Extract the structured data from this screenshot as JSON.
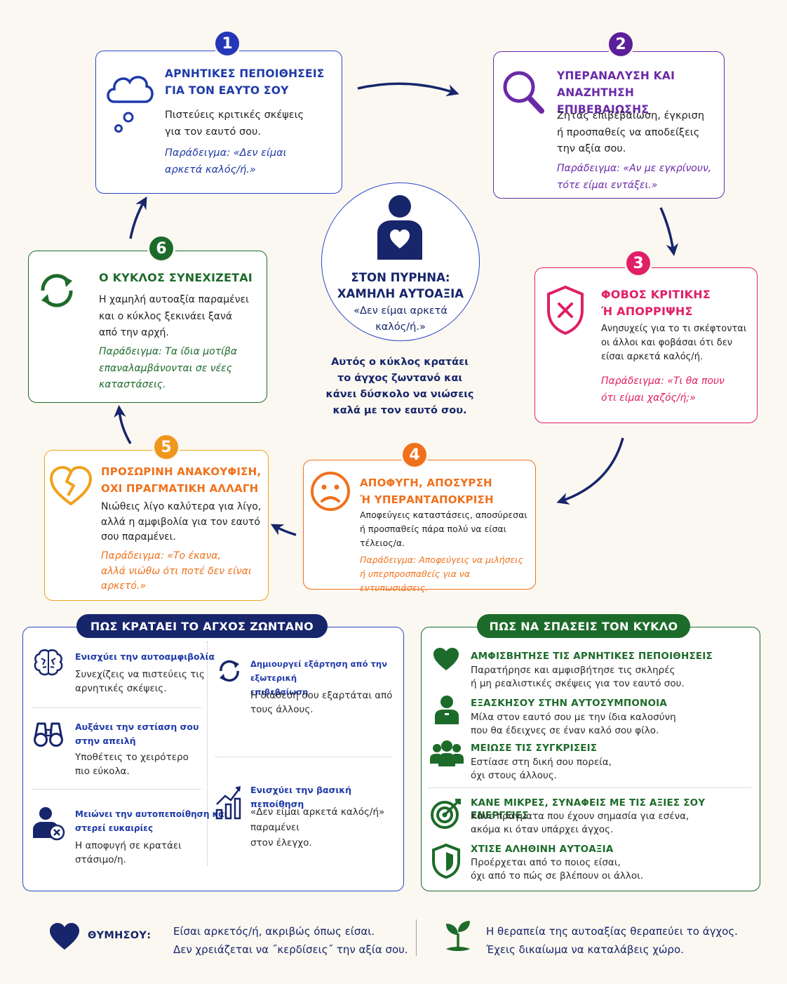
{
  "colors": {
    "navy": "#17256b",
    "blue": "#1f3aa8",
    "purple": "#6a2aa8",
    "pink": "#e01f66",
    "orange": "#f0711c",
    "amber": "#f0a21c",
    "green": "#1d6b2a"
  },
  "center": {
    "title_line1": "ΣΤΟΝ ΠΥΡΗΝΑ:",
    "title_line2": "ΧΑΜΗΛΗ ΑΥΤΟΑΞΙΑ",
    "quote_line1": "«Δεν είμαι αρκετά",
    "quote_line2": "καλός/ή.»",
    "caption_line1": "Αυτός ο κύκλος κρατάει",
    "caption_line2": "το άγχος ζωντανό και",
    "caption_line3": "κάνει δύσκολο να νιώσεις",
    "caption_line4": "καλά με τον εαυτό σου.",
    "icon": "person-heart-icon"
  },
  "steps": [
    {
      "number": "1",
      "icon": "thought-cloud-icon",
      "title_line1": "ΑΡΝΗΤΙΚΕΣ ΠΕΠΟΙΘΗΣΕΙΣ",
      "title_line2": "ΓΙΑ ΤΟΝ ΕΑΥΤΟ ΣΟΥ",
      "body_line1": "Πιστεύεις κριτικές σκέψεις",
      "body_line2": "για τον εαυτό σου.",
      "example_line1": "Παράδειγμα: «Δεν είμαι",
      "example_line2": "αρκετά καλός/ή.»"
    },
    {
      "number": "2",
      "icon": "magnifier-icon",
      "title_line1": "ΥΠΕΡΑΝΑΛΥΣΗ ΚΑΙ",
      "title_line2": "ΑΝΑΖΗΤΗΣΗ ΕΠΙΒΕΒΑΙΩΣΗΣ",
      "body_line1": "Ζητάς επιβεβαίωση, έγκριση",
      "body_line2": "ή προσπαθείς να αποδείξεις",
      "body_line3": "την αξία σου.",
      "example_line1": "Παράδειγμα: «Αν με εγκρίνουν,",
      "example_line2": "τότε είμαι εντάξει.»"
    },
    {
      "number": "3",
      "icon": "shield-x-icon",
      "title_line1": "ΦΟΒΟΣ ΚΡΙΤΙΚΗΣ",
      "title_line2": "Ή ΑΠΟΡΡΙΨΗΣ",
      "body_line1": "Ανησυχείς για το τι σκέφτονται",
      "body_line2": "οι άλλοι και φοβάσαι ότι δεν",
      "body_line3": "είσαι αρκετά καλός/ή.",
      "example_line1": "Παράδειγμα: «Τι θα πουν",
      "example_line2": "ότι είμαι χαζός/ή;»"
    },
    {
      "number": "4",
      "icon": "sad-face-icon",
      "title_line1": "ΑΠΟΦΥΓΗ, ΑΠΟΣΥΡΣΗ",
      "title_line2": "Ή ΥΠΕΡΑΝΤΑΠΟΚΡΙΣΗ",
      "body_line1": "Αποφεύγεις καταστάσεις, αποσύρεσαι",
      "body_line2": "ή προσπαθείς πάρα πολύ να είσαι",
      "body_line3": "τέλειος/α.",
      "example_line1": "Παράδειγμα: Αποφεύγεις να μιλήσεις",
      "example_line2": "ή υπερπροσπαθείς για να εντυπωσιάσεις."
    },
    {
      "number": "5",
      "icon": "broken-heart-icon",
      "title_line1": "ΠΡΟΣΩΡΙΝΗ ΑΝΑΚΟΥΦΙΣΗ,",
      "title_line2": "ΟΧΙ ΠΡΑΓΜΑΤΙΚΗ ΑΛΛΑΓΗ",
      "body_line1": "Νιώθεις λίγο καλύτερα για λίγο,",
      "body_line2": "αλλά η αμφιβολία για τον εαυτό",
      "body_line3": "σου παραμένει.",
      "example_line1": "Παράδειγμα: «Το έκανα,",
      "example_line2": "αλλά νιώθω ότι ποτέ δεν είναι",
      "example_line3": "αρκετό.»"
    },
    {
      "number": "6",
      "icon": "cycle-arrows-icon",
      "title_line1": "Ο ΚΥΚΛΟΣ ΣΥΝΕΧΙΖΕΤΑΙ",
      "body_line1": "Η χαμηλή αυτοαξία παραμένει",
      "body_line2": "και ο κύκλος ξεκινάει ξανά",
      "body_line3": "από την αρχή.",
      "example_line1": "Παράδειγμα: Τα ίδια μοτίβα",
      "example_line2": "επαναλαμβάνονται σε νέες",
      "example_line3": "καταστάσεις."
    }
  ],
  "left_panel": {
    "header": "ΠΩΣ ΚΡΑΤΑΕΙ ΤΟ ΑΓΧΟΣ ΖΩΝΤΑΝΟ",
    "items": [
      {
        "icon": "brain-icon",
        "title_line1": "Ενισχύει την αυτοαμφιβολία",
        "body_line1": "Συνεχίζεις να πιστεύεις τις",
        "body_line2": "αρνητικές σκέψεις."
      },
      {
        "icon": "binoculars-icon",
        "title_line1": "Αυξάνει την εστίαση σου",
        "title_line2": "στην απειλή",
        "body_line1": "Υποθέτεις το χειρότερο",
        "body_line2": "πιο εύκολα."
      },
      {
        "icon": "person-x-icon",
        "title_line1": "Μειώνει την αυτοπεποίθηση και",
        "title_line2": "στερεί ευκαιρίες",
        "body_line1": "Η αποφυγή σε κρατάει",
        "body_line2": "στάσιμο/η."
      },
      {
        "icon": "loop-icon",
        "title_line1": "Δημιουργεί εξάρτηση από την εξωτερική",
        "title_line2": "επιβεβαίωση",
        "body_line1": "Η διάθεσή σου εξαρτάται από",
        "body_line2": "τους άλλους."
      },
      {
        "icon": "growth-chart-icon",
        "title_line1": "Ενισχύει την βασική πεποίθηση",
        "body_line1": "«Δεν είμαι αρκετά καλός/ή»",
        "body_line2": "παραμένει",
        "body_line3": "στον έλεγχο."
      }
    ]
  },
  "right_panel": {
    "header": "ΠΩΣ ΝΑ ΣΠΑΣΕΙΣ ΤΟΝ ΚΥΚΛΟ",
    "items": [
      {
        "icon": "heart-icon",
        "title": "ΑΜΦΙΣΒΗΤΗΣΕ ΤΙΣ ΑΡΝΗΤΙΚΕΣ ΠΕΠΟΙΘΗΣΕΙΣ",
        "body_line1": "Παρατήρησε και αμφισβήτησε τις σκληρές",
        "body_line2": "ή μη ρεαλιστικές σκέψεις για τον εαυτό σου."
      },
      {
        "icon": "person-icon",
        "title": "ΕΞΑΣΚΗΣΟΥ ΣΤΗΝ ΑΥΤΟΣΥΜΠΟΝΟΙΑ",
        "body_line1": "Μίλα στον εαυτό σου με την ίδια καλοσύνη",
        "body_line2": "που θα έδειχνες σε έναν καλό σου φίλο."
      },
      {
        "icon": "group-icon",
        "title": "ΜΕΙΩΣΕ ΤΙΣ ΣΥΓΚΡΙΣΕΙΣ",
        "body_line1": "Εστίασε στη δική σου πορεία,",
        "body_line2": "όχι στους άλλους."
      },
      {
        "icon": "target-icon",
        "title": "ΚΑΝΕ ΜΙΚΡΕΣ, ΣΥΝΑΦΕΙΣ ΜΕ ΤΙΣ ΑΞΙΕΣ ΣΟΥ ΕΝΕΡΓΕΙΕΣ",
        "body_line1": "Κάνε πράγματα που έχουν σημασία για εσένα,",
        "body_line2": "ακόμα κι όταν υπάρχει άγχος."
      },
      {
        "icon": "shield-heart-icon",
        "title": "ΧΤΙΣΕ ΑΛΗΘΙΝΗ ΑΥΤΟΑΞΙΑ",
        "body_line1": "Προέρχεται από το ποιος είσαι,",
        "body_line2": "όχι από το πώς σε βλέπουν οι άλλοι."
      }
    ]
  },
  "footer": {
    "label": "ΘΥΜΗΣΟΥ:",
    "left_line1": "Είσαι αρκετός/ή, ακριβώς όπως είσαι.",
    "left_line2": "Δεν χρειάζεται να ˝κερδίσεις˝ την αξία σου.",
    "right_line1": "Η θεραπεία της αυτοαξίας θεραπεύει το άγχος.",
    "right_line2": "Έχεις δικαίωμα να καταλάβεις χώρο.",
    "left_icon": "heart-icon",
    "right_icon": "sprout-icon"
  }
}
